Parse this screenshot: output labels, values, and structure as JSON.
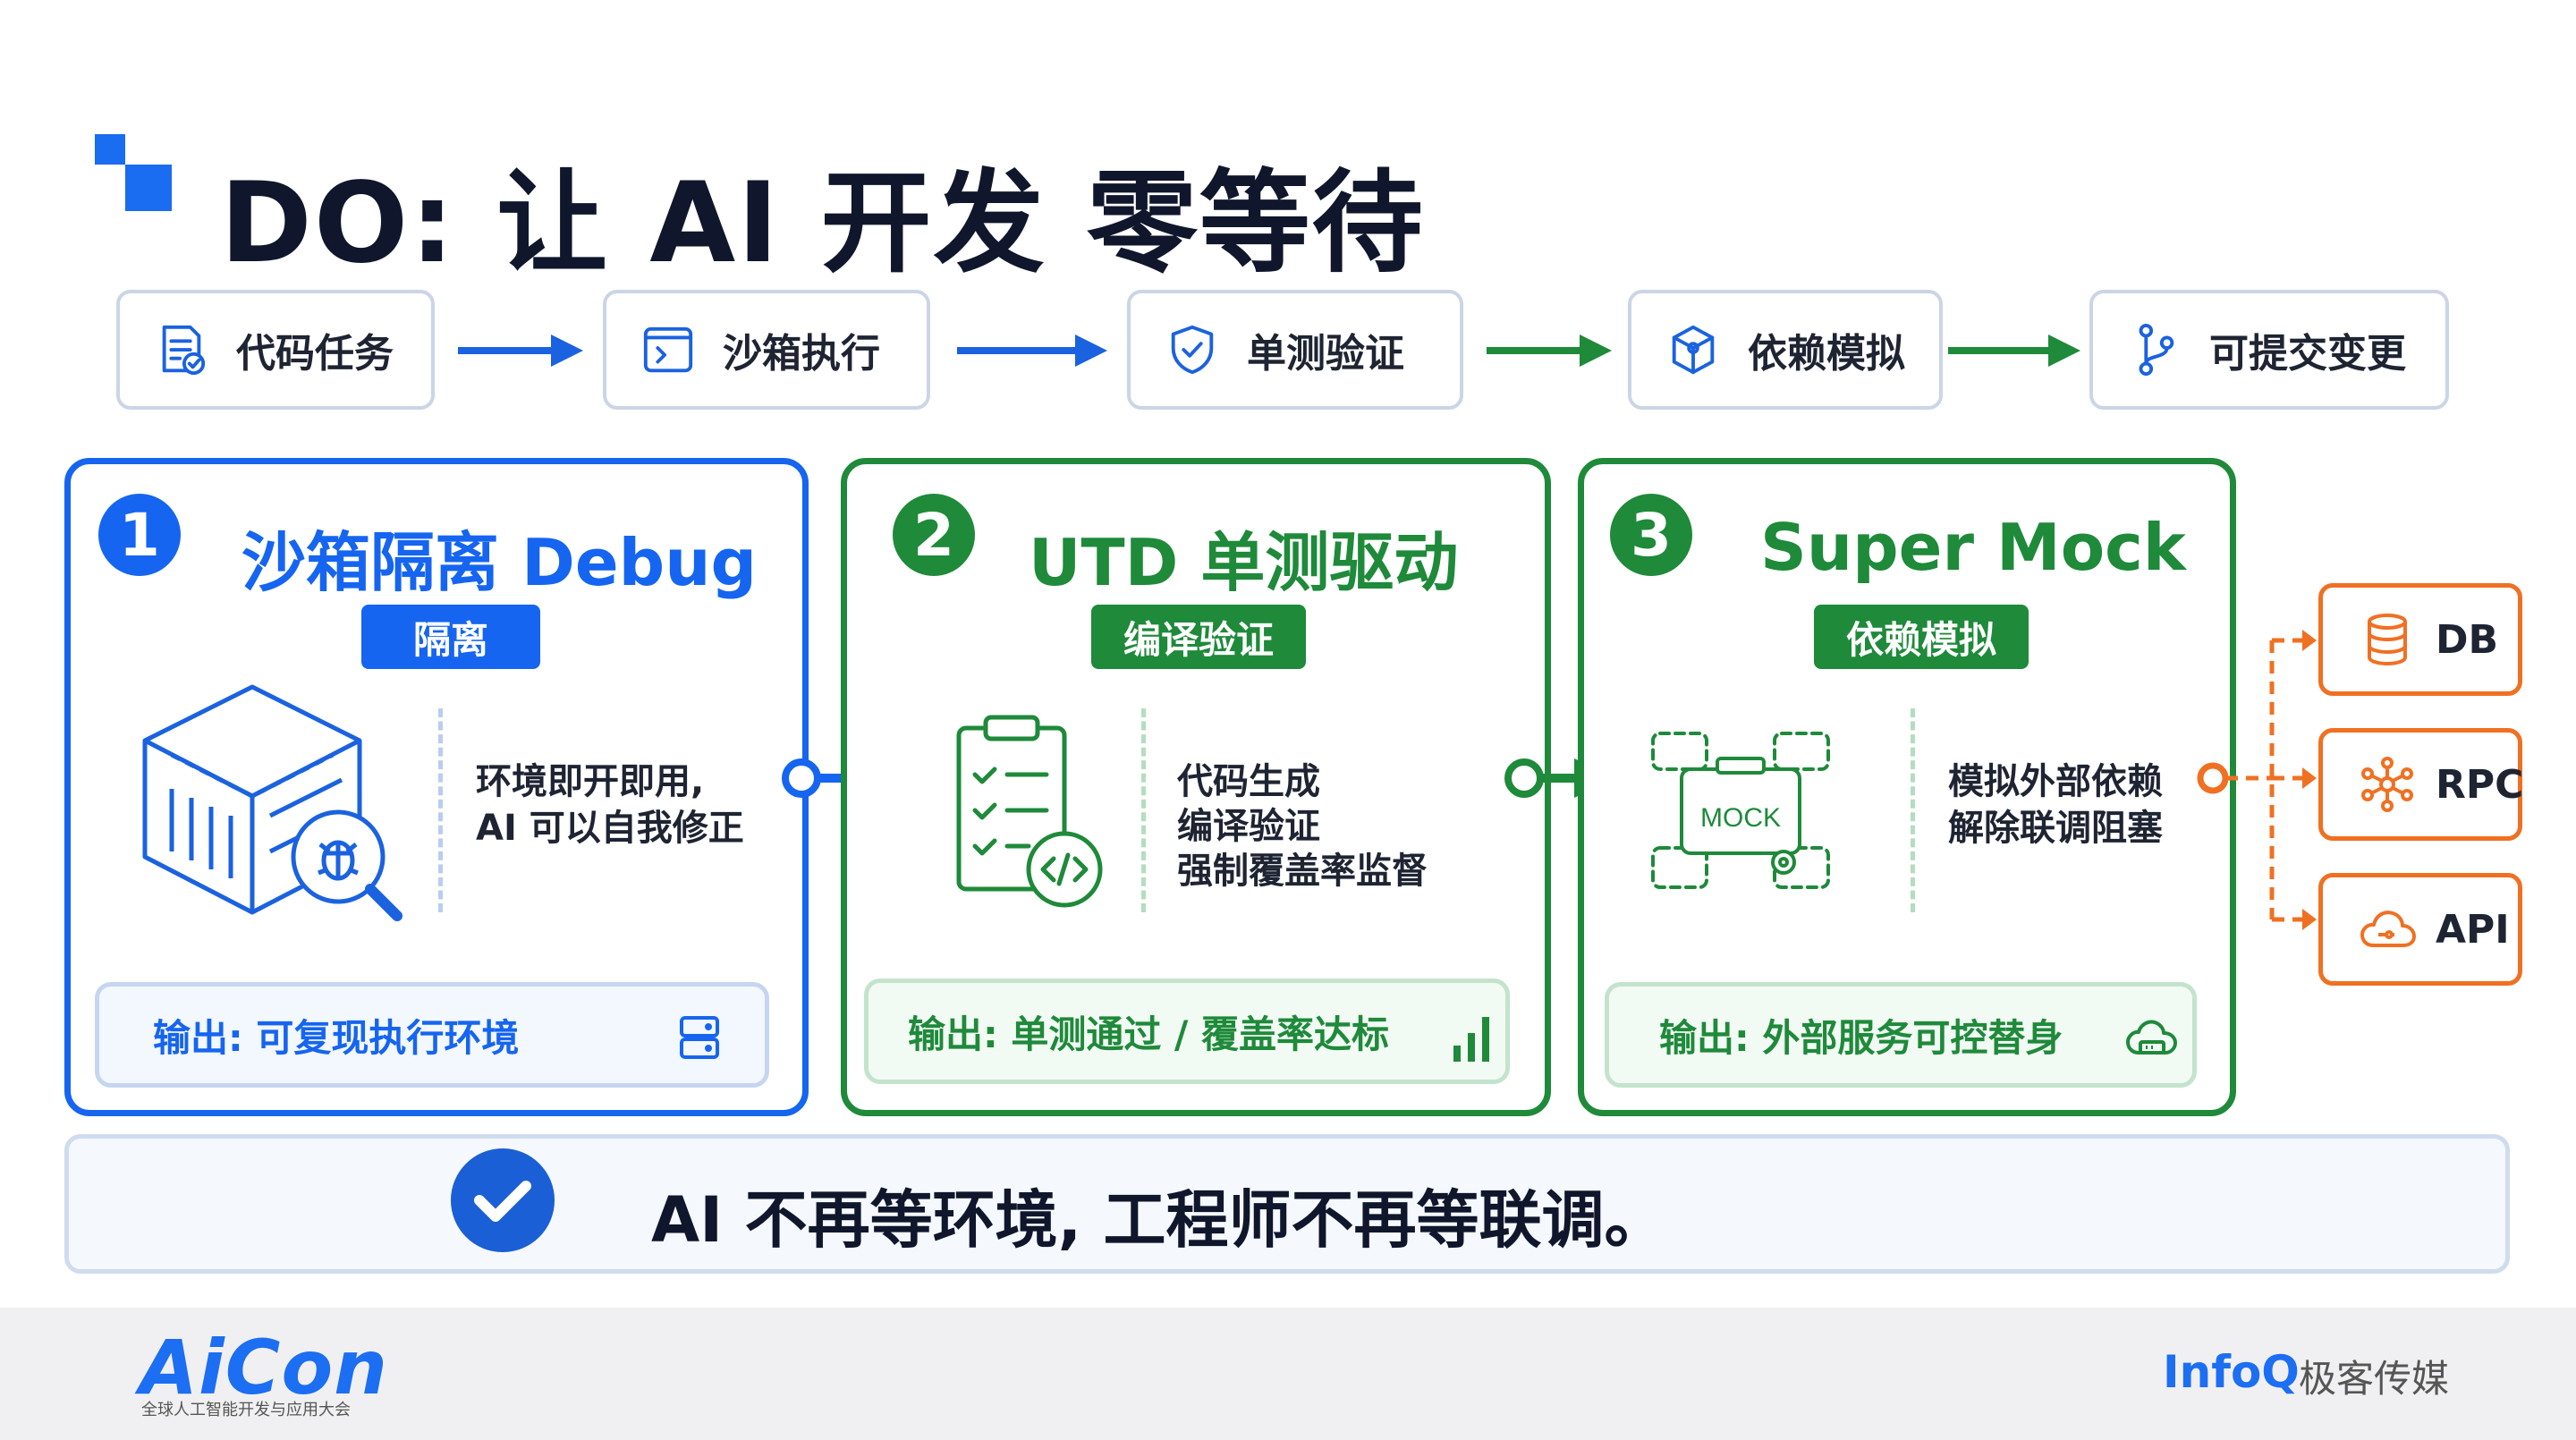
{
  "title": "DO: 让 AI 开发 零等待",
  "flow": [
    {
      "label": "代码任务",
      "icon": "task-list-icon"
    },
    {
      "label": "沙箱执行",
      "icon": "terminal-icon"
    },
    {
      "label": "单测验证",
      "icon": "shield-check-icon"
    },
    {
      "label": "依赖模拟",
      "icon": "cube-icon"
    },
    {
      "label": "可提交变更",
      "icon": "git-branch-icon"
    }
  ],
  "cards": [
    {
      "number": "1",
      "title": "沙箱隔离 Debug",
      "badge": "隔离",
      "desc": [
        "环境即开即用,",
        "AI 可以自我修正"
      ],
      "output": "输出: 可复现执行环境",
      "accent": "#1565f0"
    },
    {
      "number": "2",
      "title": "UTD 单测驱动",
      "badge": "编译验证",
      "desc": [
        "代码生成",
        "编译验证",
        "强制覆盖率监督"
      ],
      "output": "输出: 单测通过 / 覆盖率达标",
      "accent": "#1e8a3a"
    },
    {
      "number": "3",
      "title": "Super Mock",
      "badge": "依赖模拟",
      "desc": [
        "模拟外部依赖",
        "解除联调阻塞"
      ],
      "output": "输出: 外部服务可控替身",
      "mock_label": "MOCK",
      "accent": "#1e8a3a"
    }
  ],
  "deps": [
    {
      "label": "DB",
      "icon": "database-icon"
    },
    {
      "label": "RPC",
      "icon": "network-icon"
    },
    {
      "label": "API",
      "icon": "cloud-icon"
    }
  ],
  "banner": "AI 不再等环境, 工程师不再等联调。",
  "footer": {
    "brand": "AiCon",
    "brand_sub": "全球人工智能开发与应用大会",
    "infoq": "InfoQ",
    "publisher": "极客传媒"
  },
  "colors": {
    "blue": "#1565f0",
    "green": "#1e8a3a",
    "orange": "#f07022"
  }
}
